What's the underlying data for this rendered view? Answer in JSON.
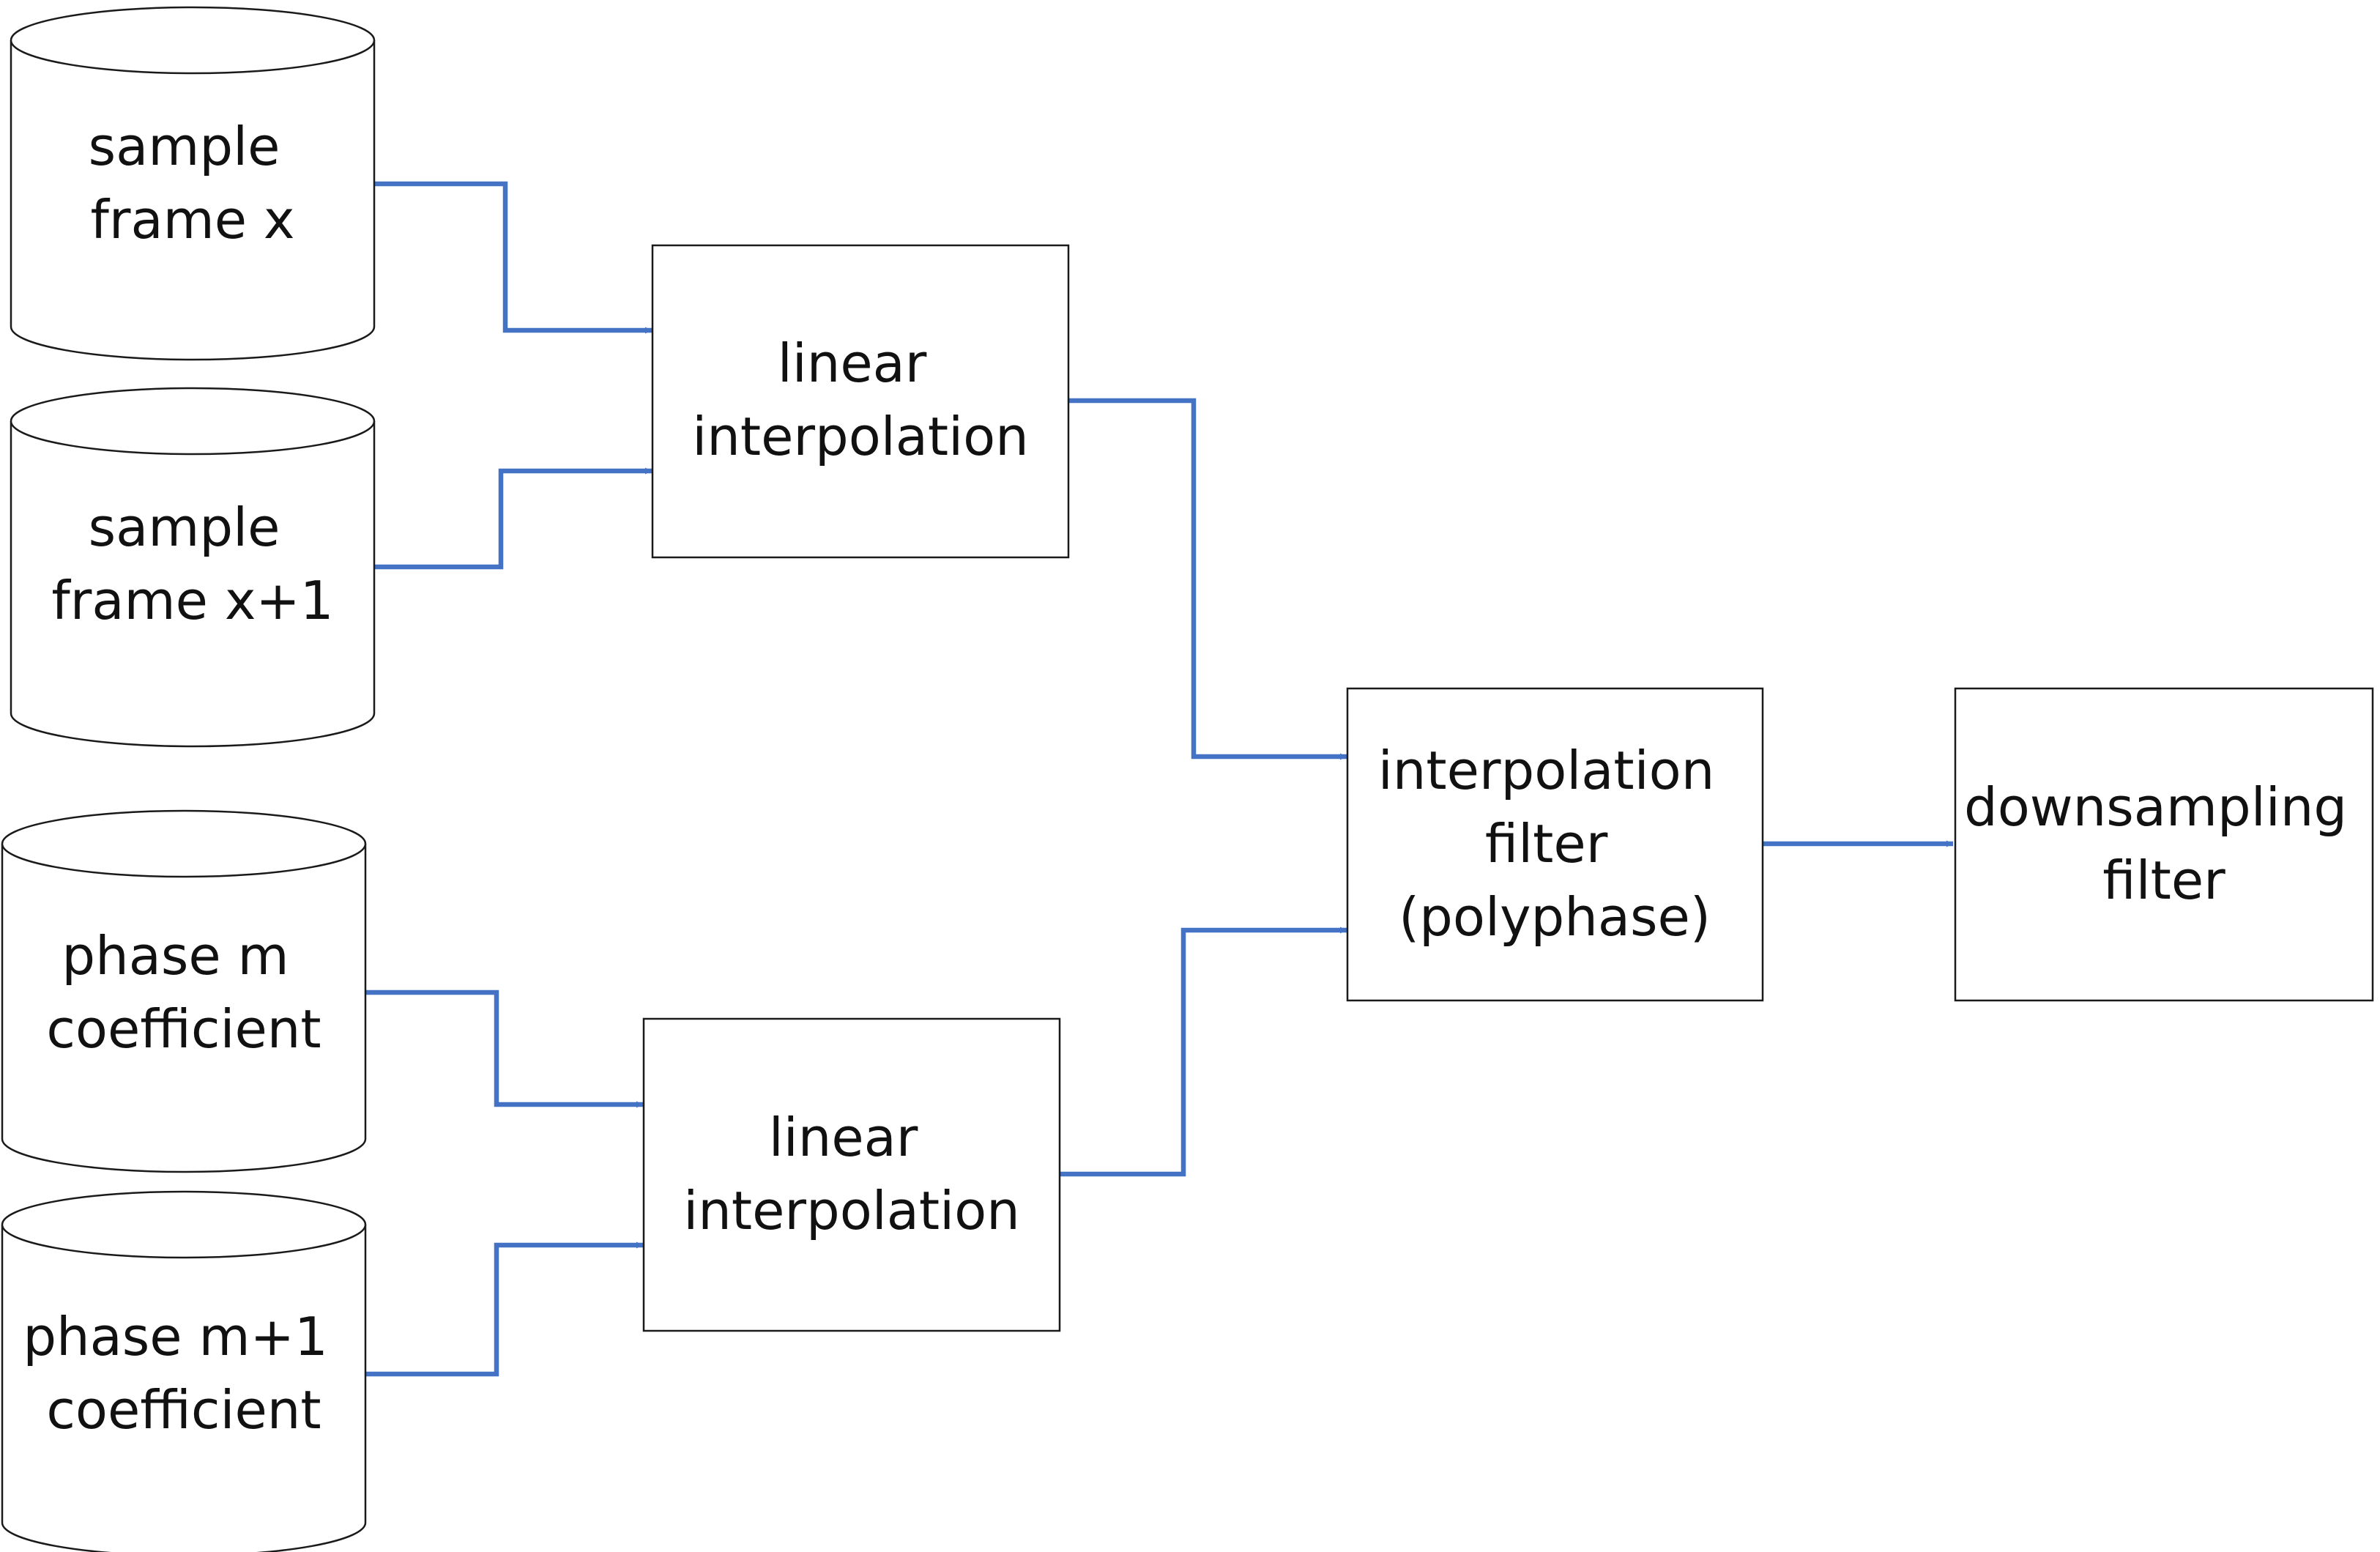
{
  "colors": {
    "edge": "#4472C4",
    "stroke": "#1a1a1a",
    "text": "#111111"
  },
  "nodes": {
    "sample_frame_x": {
      "shape": "cylinder",
      "lines": [
        "sample",
        "frame x"
      ]
    },
    "sample_frame_x1": {
      "shape": "cylinder",
      "lines": [
        "sample",
        "frame x+1"
      ]
    },
    "phase_m": {
      "shape": "cylinder",
      "lines": [
        "phase m",
        "coefficient"
      ]
    },
    "phase_m1": {
      "shape": "cylinder",
      "lines": [
        "phase m+1",
        "coefficient"
      ]
    },
    "linear_interp_top": {
      "shape": "rectangle",
      "lines": [
        "linear",
        "interpolation"
      ]
    },
    "linear_interp_bot": {
      "shape": "rectangle",
      "lines": [
        "linear",
        "interpolation"
      ]
    },
    "interp_filter": {
      "shape": "rectangle",
      "lines": [
        "interpolation",
        "filter",
        "(polyphase)"
      ]
    },
    "downsampling": {
      "shape": "rectangle",
      "lines": [
        "downsampling",
        "filter"
      ]
    }
  },
  "edges": [
    {
      "from": "sample_frame_x",
      "to": "linear_interp_top"
    },
    {
      "from": "sample_frame_x1",
      "to": "linear_interp_top"
    },
    {
      "from": "phase_m",
      "to": "linear_interp_bot"
    },
    {
      "from": "phase_m1",
      "to": "linear_interp_bot"
    },
    {
      "from": "linear_interp_top",
      "to": "interp_filter"
    },
    {
      "from": "linear_interp_bot",
      "to": "interp_filter"
    },
    {
      "from": "interp_filter",
      "to": "downsampling"
    }
  ]
}
